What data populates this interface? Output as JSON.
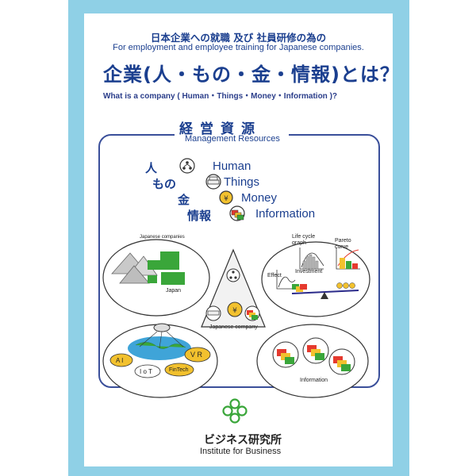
{
  "header": {
    "subtitle_jp": "日本企業への就職 及び 社員研修の為の",
    "subtitle_en": "For employment and employee training for Japanese companies.",
    "title_jp": "企業(人・もの・金・情報)とは？",
    "title_en": "What is a company ( Human・Things・Money・Information )?"
  },
  "resources": {
    "label_jp": "経営資源",
    "label_en": "Management Resources",
    "items": [
      {
        "jp": "人",
        "en": "Human"
      },
      {
        "jp": "もの",
        "en": "Things"
      },
      {
        "jp": "金",
        "en": "Money"
      },
      {
        "jp": "情報",
        "en": "Information"
      }
    ]
  },
  "illustrations": {
    "japan_label_top": "Japanese companies",
    "japan_label": "Japan",
    "charts_label_lifecycle": "Life cycle graph",
    "charts_label_pareto": "Pareto curve",
    "charts_label_effect": "Effect",
    "charts_label_investment": "Investment",
    "company_label": "Japanese company",
    "tech_ai": "A I",
    "tech_vr": "V R",
    "tech_iot": "I o T",
    "tech_fintech": "FinTech",
    "info_label": "Information"
  },
  "publisher": {
    "name_jp": "ビジネス研究所",
    "name_en": "Institute for Business"
  }
}
